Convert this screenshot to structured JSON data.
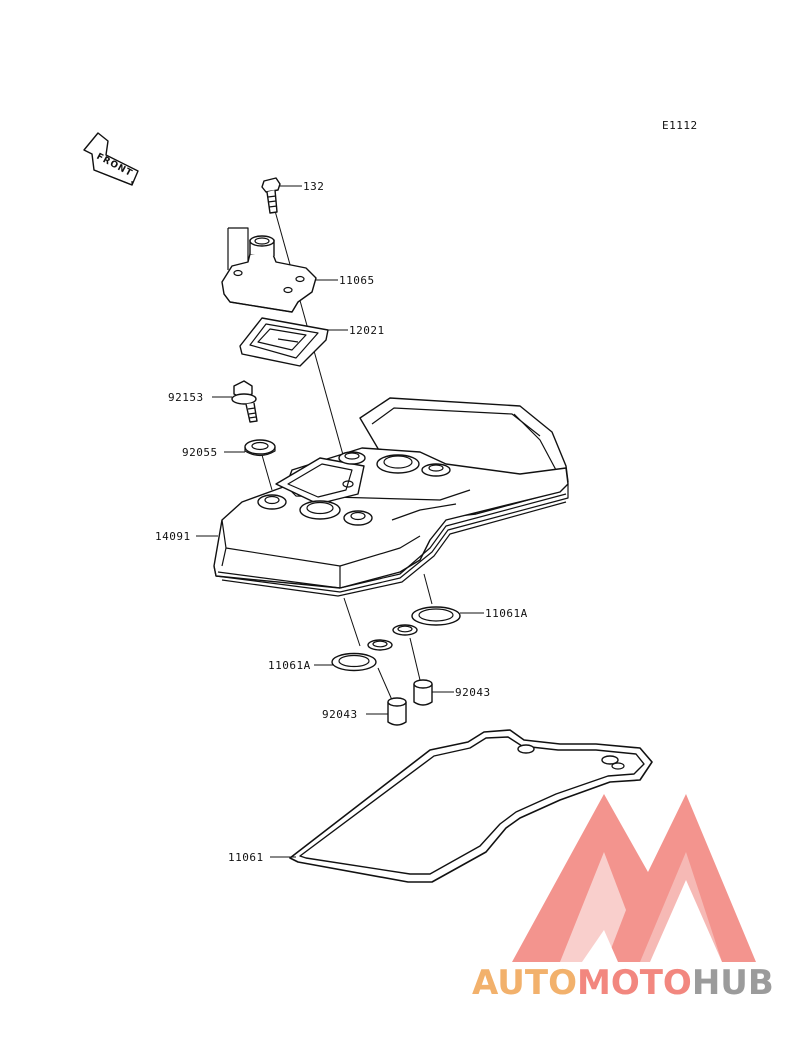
{
  "diagram": {
    "code": "E1112",
    "front_label": "FRONT",
    "parts": [
      {
        "id": "132"
      },
      {
        "id": "11065"
      },
      {
        "id": "12021"
      },
      {
        "id": "92153"
      },
      {
        "id": "92055"
      },
      {
        "id": "14091"
      },
      {
        "id": "11061A"
      },
      {
        "id": "11061A"
      },
      {
        "id": "92043"
      },
      {
        "id": "92043"
      },
      {
        "id": "11061"
      }
    ]
  },
  "watermark": {
    "word_1": "AUTO",
    "word_2": "MOTO",
    "word_3": "HUB",
    "color_1": "#f2b16c",
    "color_2": "#f2877f",
    "color_3": "#9b9b9b",
    "logo_color": "#f28c85"
  }
}
